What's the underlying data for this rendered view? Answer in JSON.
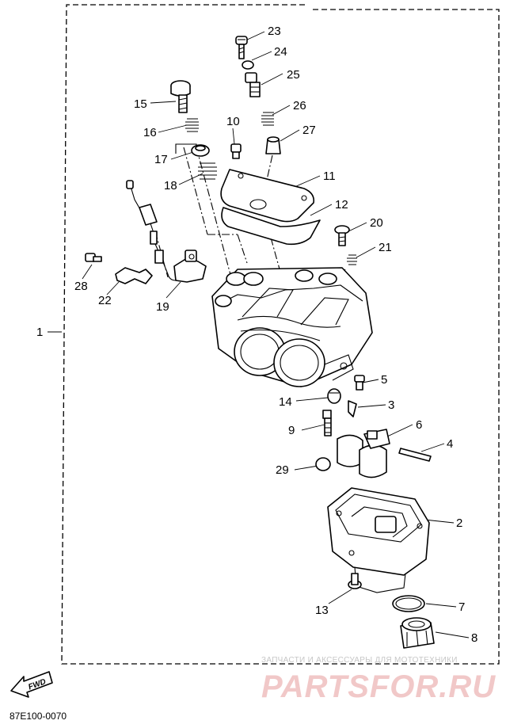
{
  "callouts": [
    "1",
    "2",
    "3",
    "4",
    "5",
    "6",
    "7",
    "8",
    "9",
    "10",
    "11",
    "12",
    "13",
    "14",
    "15",
    "16",
    "17",
    "18",
    "19",
    "20",
    "21",
    "22",
    "23",
    "24",
    "25",
    "26",
    "27",
    "28",
    "29"
  ],
  "diagram_code": "87E100-0070",
  "direction_arrow": "FWD",
  "watermark": {
    "tagline": "ЗАПЧАСТИ И АКСЕССУАРЫ ДЛЯ МОТОТЕХНИКИ",
    "brand": "PARTSFOR.RU"
  }
}
